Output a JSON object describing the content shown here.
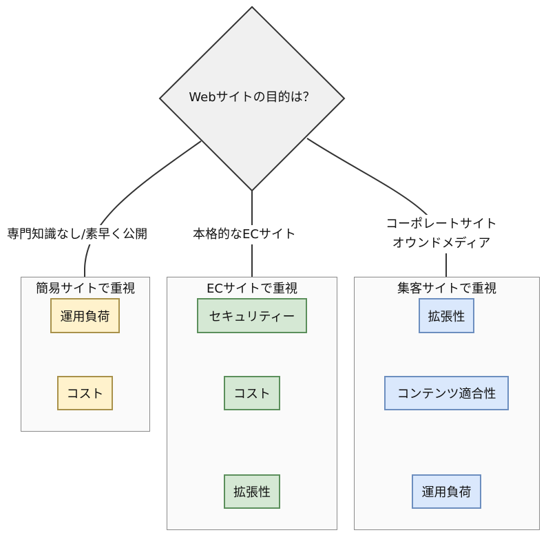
{
  "decision": {
    "label": "Webサイトの目的は？"
  },
  "edges": [
    {
      "label": "専門知識なし/素早く公開"
    },
    {
      "label": "本格的なECサイト"
    },
    {
      "label_line1": "コーポレートサイト",
      "label_line2": "オウンドメディア"
    }
  ],
  "clusters": [
    {
      "title": "簡易サイトで重視",
      "nodes": [
        "運用負荷",
        "コスト"
      ]
    },
    {
      "title": "ECサイトで重視",
      "nodes": [
        "セキュリティー",
        "コスト",
        "拡張性"
      ]
    },
    {
      "title": "集客サイトで重視",
      "nodes": [
        "拡張性",
        "コンテンツ適合性",
        "運用負荷"
      ]
    }
  ],
  "colors": {
    "decision_fill": "#f0f0f0",
    "line": "#333333",
    "yellow_fill": "#fff2cc",
    "green_fill": "#d5e8d4",
    "blue_fill": "#dae8fc"
  }
}
